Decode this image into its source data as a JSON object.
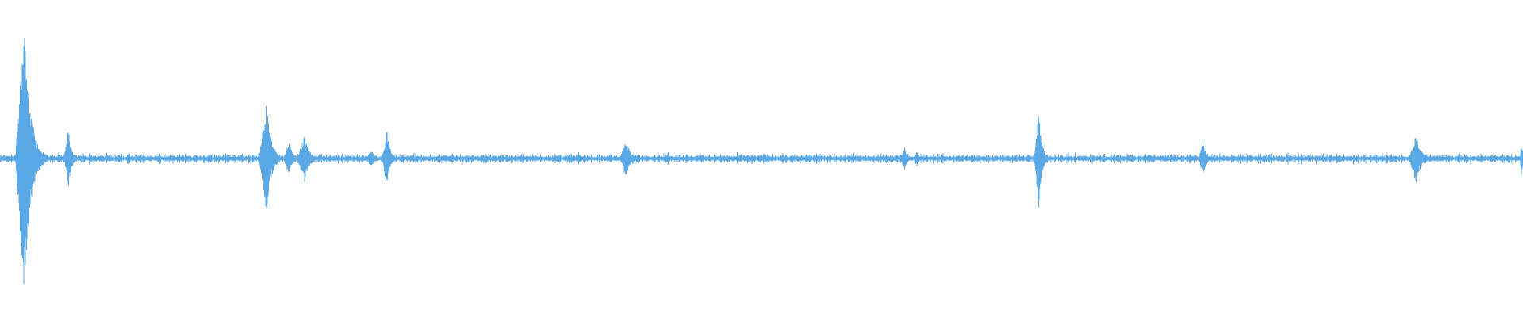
{
  "waveform": {
    "color": "#5aa9e6",
    "background": "#ffffff",
    "baseline_amplitude": 0.01,
    "noise_amplitude": 0.035,
    "events": [
      {
        "t": 0.016,
        "amp": 0.93,
        "decay": 0.004,
        "width": 0.006
      },
      {
        "t": 0.045,
        "amp": 0.2,
        "decay": 0.002,
        "width": 0.003
      },
      {
        "t": 0.175,
        "amp": 0.38,
        "decay": 0.003,
        "width": 0.005
      },
      {
        "t": 0.19,
        "amp": 0.12,
        "decay": 0.002,
        "width": 0.004
      },
      {
        "t": 0.2,
        "amp": 0.16,
        "decay": 0.003,
        "width": 0.005
      },
      {
        "t": 0.244,
        "amp": 0.06,
        "decay": 0.002,
        "width": 0.004
      },
      {
        "t": 0.254,
        "amp": 0.2,
        "decay": 0.002,
        "width": 0.003
      },
      {
        "t": 0.297,
        "amp": 0.04,
        "decay": 0.001,
        "width": 0.002
      },
      {
        "t": 0.411,
        "amp": 0.13,
        "decay": 0.003,
        "width": 0.004
      },
      {
        "t": 0.439,
        "amp": 0.05,
        "decay": 0.001,
        "width": 0.002
      },
      {
        "t": 0.514,
        "amp": 0.03,
        "decay": 0.002,
        "width": 0.003
      },
      {
        "t": 0.558,
        "amp": 0.03,
        "decay": 0.001,
        "width": 0.002
      },
      {
        "t": 0.594,
        "amp": 0.08,
        "decay": 0.002,
        "width": 0.003
      },
      {
        "t": 0.602,
        "amp": 0.06,
        "decay": 0.001,
        "width": 0.002
      },
      {
        "t": 0.682,
        "amp": 0.34,
        "decay": 0.002,
        "width": 0.003
      },
      {
        "t": 0.79,
        "amp": 0.12,
        "decay": 0.002,
        "width": 0.003
      },
      {
        "t": 0.81,
        "amp": 0.03,
        "decay": 0.001,
        "width": 0.002
      },
      {
        "t": 0.93,
        "amp": 0.17,
        "decay": 0.003,
        "width": 0.005
      },
      {
        "t": 0.999,
        "amp": 0.12,
        "decay": 0.001,
        "width": 0.001
      }
    ]
  }
}
